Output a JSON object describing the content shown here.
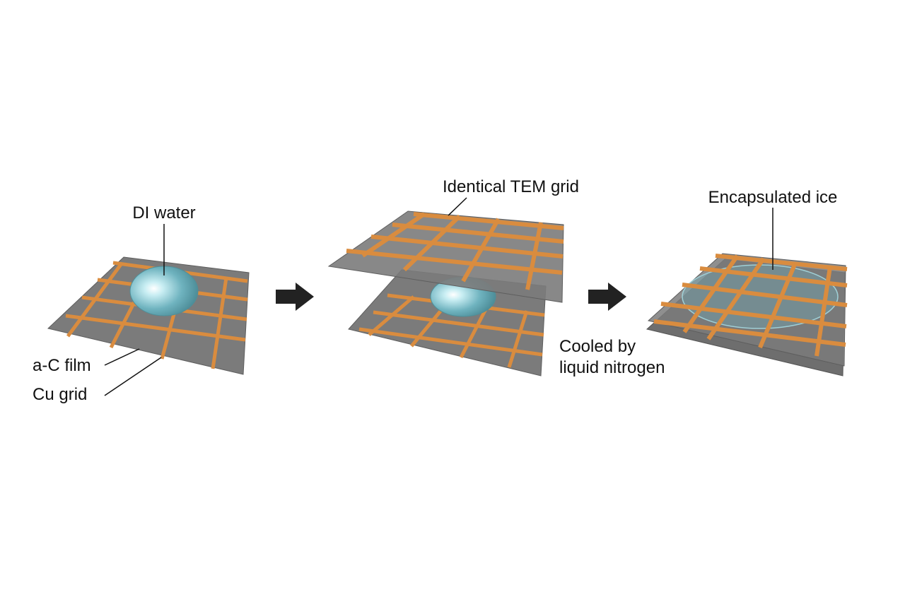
{
  "labels": {
    "di_water": "DI water",
    "ac_film": "a-C film",
    "cu_grid": "Cu grid",
    "identical_tem_grid": "Identical TEM grid",
    "cooled_line1": "Cooled by",
    "cooled_line2": "liquid nitrogen",
    "encapsulated_ice": "Encapsulated ice"
  },
  "colors": {
    "film": "#7b7b7b",
    "film_dark": "#5e5e5e",
    "copper": "#d98c3f",
    "copper_dark": "#a8652a",
    "water": "#6fb3bf",
    "arrow": "#222222"
  }
}
